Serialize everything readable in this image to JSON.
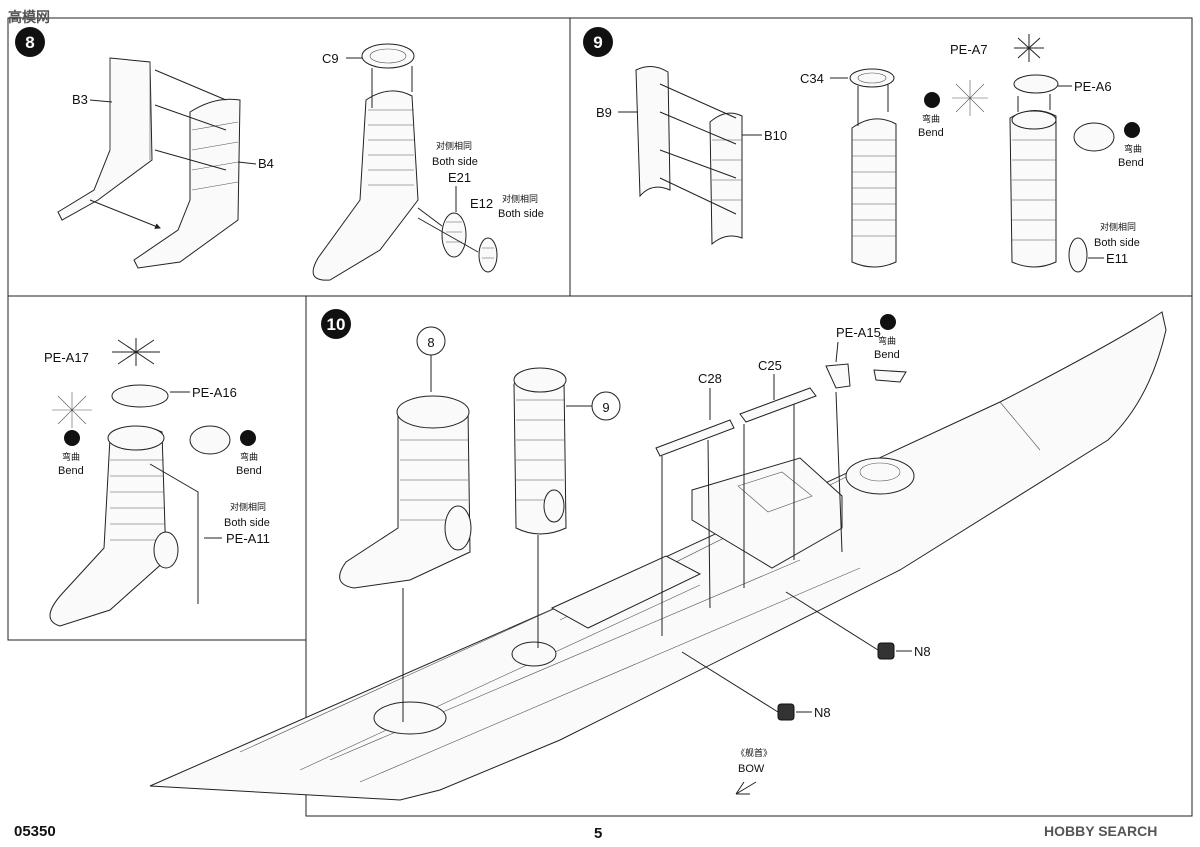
{
  "watermark_top": "高模网",
  "watermark_bottom": "HOBBY SEARCH",
  "steps": {
    "s8": {
      "num": "8",
      "labels": [
        "B3",
        "B4",
        "C9",
        "E21",
        "E12"
      ],
      "cn": "对侧相同",
      "both": "Both side"
    },
    "s9": {
      "num": "9",
      "labels": [
        "B9",
        "B10",
        "C34",
        "PE-A7",
        "PE-A6",
        "E11"
      ],
      "bend_cn": "弯曲",
      "bend": "Bend",
      "cn": "对侧相同",
      "both": "Both side"
    },
    "s8b": {
      "labels": [
        "PE-A17",
        "PE-A16",
        "PE-A11"
      ],
      "bend_cn": "弯曲",
      "bend": "Bend",
      "cn": "对侧相同",
      "both": "Both side"
    },
    "s10": {
      "num": "10",
      "callout_8": "8",
      "callout_9": "9",
      "labels": [
        "PE-A15",
        "C28",
        "C25",
        "N8",
        "N8"
      ],
      "bend_cn": "弯曲",
      "bend": "Bend",
      "bow_cn": "《舰首》",
      "bow": "BOW"
    }
  },
  "footer": {
    "code": "05350",
    "page": "5"
  }
}
